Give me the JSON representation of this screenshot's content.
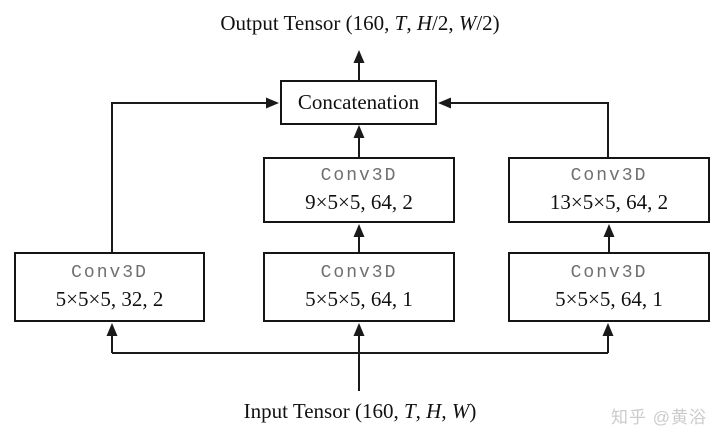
{
  "colors": {
    "background": "#ffffff",
    "line": "#1a1a1a",
    "box_border": "#151515",
    "conv_name_text": "#6f6f6f",
    "label_text": "#111111",
    "watermark_text": "#cbcbcb"
  },
  "diagram": {
    "output_label": {
      "p1": "Output Tensor (160, ",
      "i1": "T",
      "p2": ", ",
      "i2": "H",
      "p3": "/2, ",
      "i3": "W",
      "p4": "/2)"
    },
    "input_label": {
      "p1": "Input Tensor (160, ",
      "i1": "T",
      "p2": ", ",
      "i2": "H",
      "p3": ", ",
      "i3": "W",
      "p4": ")"
    },
    "concat": {
      "label": "Concatenation"
    },
    "boxes": {
      "mid_top": {
        "name": "Conv3D",
        "params": "9×5×5, 64, 2"
      },
      "right_top": {
        "name": "Conv3D",
        "params": "13×5×5, 64, 2"
      },
      "left_bottom": {
        "name": "Conv3D",
        "params": "5×5×5, 32, 2"
      },
      "mid_bottom": {
        "name": "Conv3D",
        "params": "5×5×5, 64, 1"
      },
      "right_bottom": {
        "name": "Conv3D",
        "params": "5×5×5, 64, 1"
      }
    },
    "watermark": "知乎 @黄浴"
  }
}
